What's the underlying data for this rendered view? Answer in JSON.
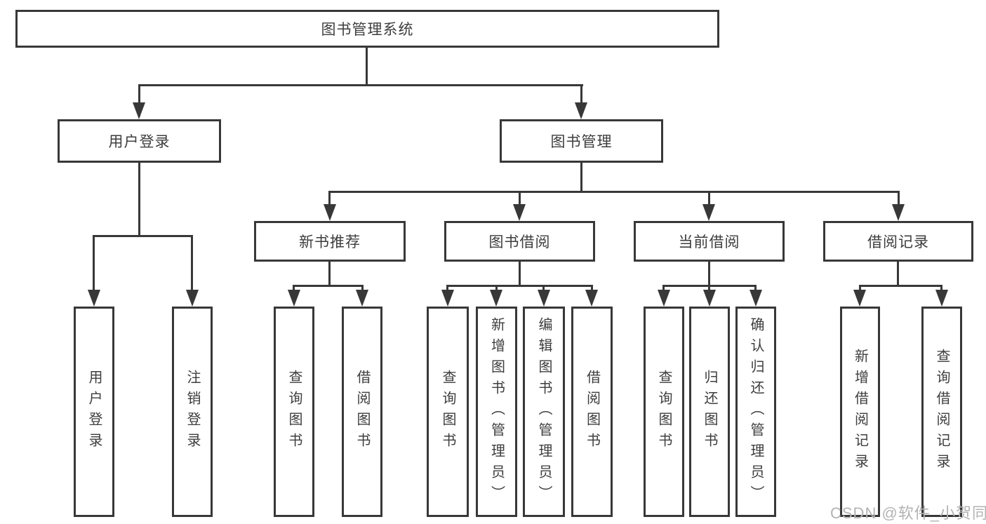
{
  "colors": {
    "line": "#383838",
    "text": "#3d3d3d",
    "background": "#ffffff",
    "watermark": "#b3b3b3"
  },
  "tree": {
    "label": "图书管理系统",
    "children": [
      {
        "label": "用户登录",
        "children": [
          {
            "label": "用户登录"
          },
          {
            "label": "注销登录"
          }
        ]
      },
      {
        "label": "图书管理",
        "children": [
          {
            "label": "新书推荐",
            "children": [
              {
                "label": "查询图书"
              },
              {
                "label": "借阅图书"
              }
            ]
          },
          {
            "label": "图书借阅",
            "children": [
              {
                "label": "查询图书"
              },
              {
                "label": "新增图书（管理员）"
              },
              {
                "label": "编辑图书（管理员）"
              },
              {
                "label": "借阅图书"
              }
            ]
          },
          {
            "label": "当前借阅",
            "children": [
              {
                "label": "查询图书"
              },
              {
                "label": "归还图书"
              },
              {
                "label": "确认归还（管理员）"
              }
            ]
          },
          {
            "label": "借阅记录",
            "children": [
              {
                "label": "新增借阅记录"
              },
              {
                "label": "查询借阅记录"
              }
            ]
          }
        ]
      }
    ]
  },
  "watermark": {
    "text": "CSDN @软件_小贺同学"
  }
}
